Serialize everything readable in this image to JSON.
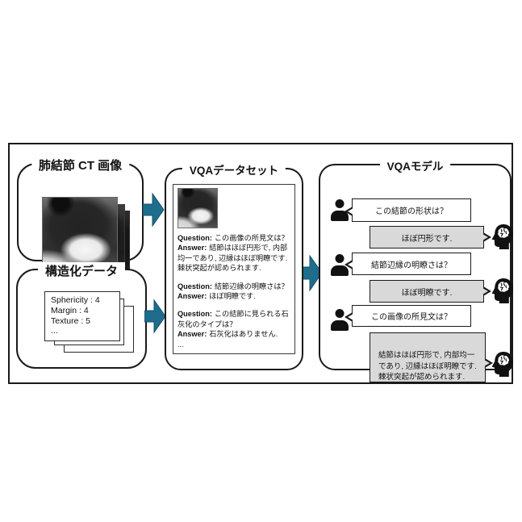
{
  "colors": {
    "arrow": "#1e6d8c",
    "ai_bubble_fill": "#d9d9d9",
    "line": "#1a1a1a"
  },
  "ct_box": {
    "title": "肺結節 CT 画像"
  },
  "struct_box": {
    "title": "構造化データ",
    "lines": [
      "Sphericity : 4",
      "Margin : 4",
      "Texture : 5",
      "..."
    ],
    "ellipsis": "..."
  },
  "dataset_box": {
    "title": "VQAデータセット",
    "q_label": "Question:",
    "a_label": "Answer:",
    "ellipsis": "...",
    "qa": [
      {
        "q": "この画像の所見文は？",
        "a": "結節はほぼ円形で, 内部均一であり, 辺縁はほぼ明瞭です. 棘状突起が認められます."
      },
      {
        "q": "結節辺縁の明瞭さは？",
        "a": "ほぼ明瞭です."
      },
      {
        "q": "この結節に見られる石灰化のタイプは？",
        "a": "石灰化はありません."
      }
    ]
  },
  "model_box": {
    "title": "VQAモデル",
    "turns": [
      {
        "role": "user",
        "text": "この結節の形状は？"
      },
      {
        "role": "ai",
        "text": "ほぼ円形です."
      },
      {
        "role": "user",
        "text": "結節辺縁の明瞭さは？"
      },
      {
        "role": "ai",
        "text": "ほぼ明瞭です."
      },
      {
        "role": "user",
        "text": "この画像の所見文は？"
      },
      {
        "role": "ai",
        "text": "結節はほぼ円形で, 内部均一であり, 辺縁はほぼ明瞭です.\n棘状突起が認められます."
      }
    ]
  }
}
